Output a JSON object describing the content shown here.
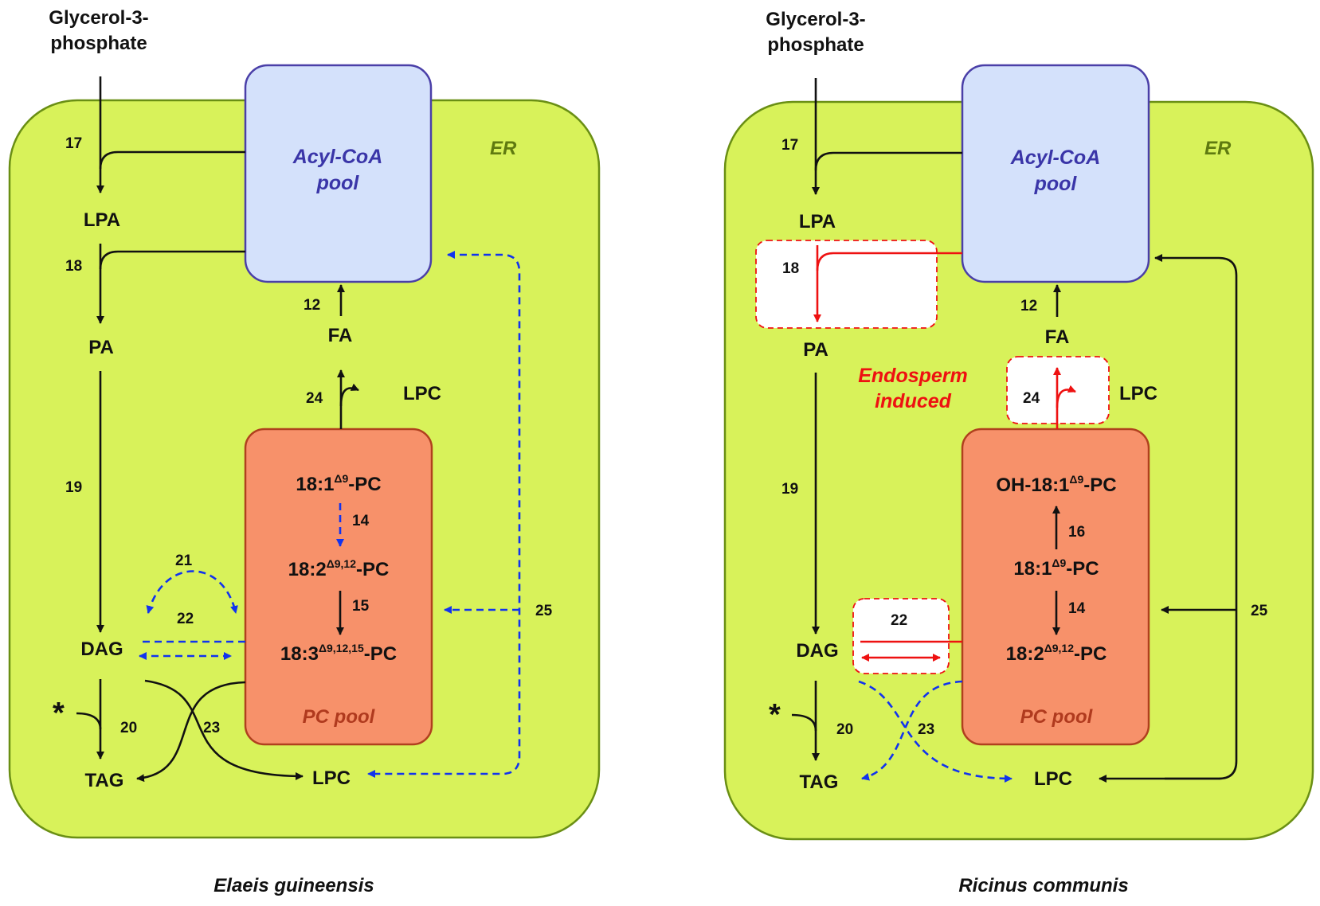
{
  "colors": {
    "er_fill": "#d8f25a",
    "er_stroke": "#6a8f14",
    "acyl_fill": "#d4e1fb",
    "acyl_stroke": "#4a3fa8",
    "pc_fill": "#f7916a",
    "pc_stroke": "#b0401e",
    "dashed_blue": "#1133ee",
    "induced_red": "#ee1111"
  },
  "left": {
    "g3p_line1": "Glycerol-3-",
    "g3p_line2": "phosphate",
    "er": "ER",
    "acyl_line1": "Acyl-CoA",
    "acyl_line2": "pool",
    "lpa": "LPA",
    "pa": "PA",
    "dag": "DAG",
    "tag": "TAG",
    "fa": "FA",
    "lpc_top": "LPC",
    "lpc_bottom": "LPC",
    "star": "*",
    "pc_pool": "PC pool",
    "pc1_main": "18:1",
    "pc1_sup": "Δ9",
    "pc1_tail": "-PC",
    "pc2_main": "18:2",
    "pc2_sup": "Δ9,12",
    "pc2_tail": "-PC",
    "pc3_main": "18:3",
    "pc3_sup": "Δ9,12,15",
    "pc3_tail": "-PC",
    "n17": "17",
    "n18": "18",
    "n19": "19",
    "n20": "20",
    "n21": "21",
    "n22": "22",
    "n23": "23",
    "n24": "24",
    "n25": "25",
    "n12": "12",
    "n14": "14",
    "n15": "15",
    "species": "Elaeis guineensis"
  },
  "right": {
    "g3p_line1": "Glycerol-3-",
    "g3p_line2": "phosphate",
    "er": "ER",
    "acyl_line1": "Acyl-CoA",
    "acyl_line2": "pool",
    "lpa": "LPA",
    "pa": "PA",
    "dag": "DAG",
    "tag": "TAG",
    "fa": "FA",
    "lpc_top": "LPC",
    "lpc_bottom": "LPC",
    "star": "*",
    "pc_pool": "PC pool",
    "pc1_main": "OH-18:1",
    "pc1_sup": "Δ9",
    "pc1_tail": "-PC",
    "pc2_main": "18:1",
    "pc2_sup": "Δ9",
    "pc2_tail": "-PC",
    "pc3_main": "18:2",
    "pc3_sup": "Δ9,12",
    "pc3_tail": "-PC",
    "induced_line1": "Endosperm",
    "induced_line2": "induced",
    "n17": "17",
    "n18": "18",
    "n19": "19",
    "n20": "20",
    "n22": "22",
    "n23": "23",
    "n24": "24",
    "n25": "25",
    "n12": "12",
    "n14": "14",
    "n16": "16",
    "species": "Ricinus communis"
  }
}
